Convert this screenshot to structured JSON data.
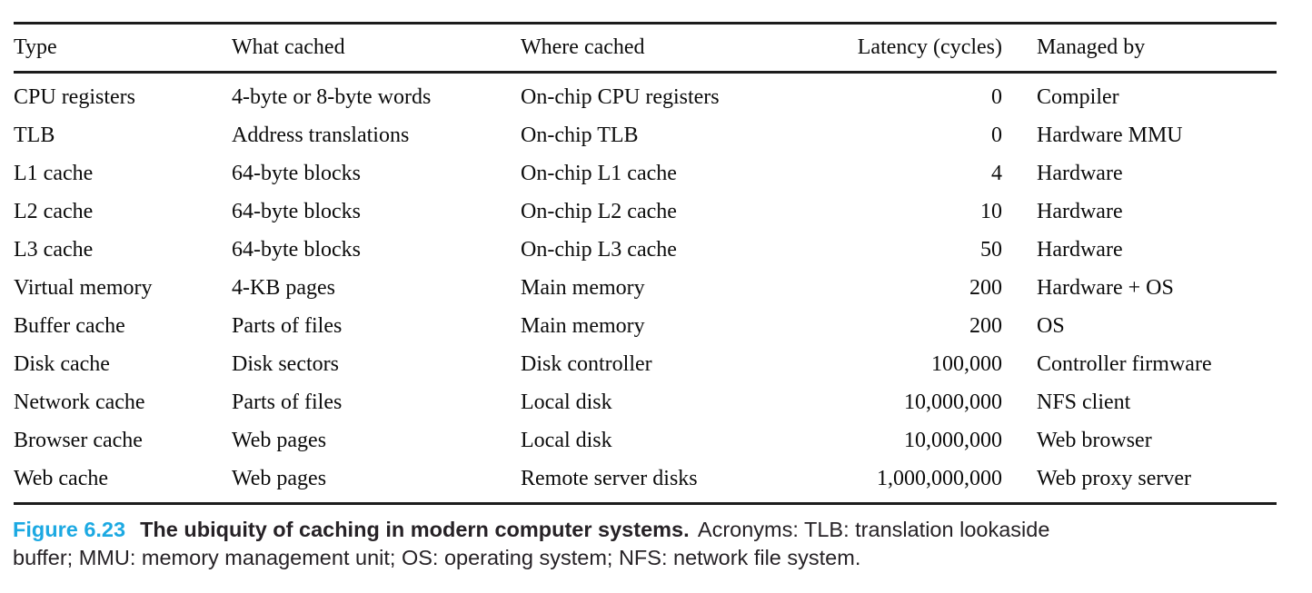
{
  "table": {
    "columns": [
      "Type",
      "What cached",
      "Where cached",
      "Latency (cycles)",
      "Managed by"
    ],
    "rows": [
      [
        "CPU registers",
        "4-byte or 8-byte words",
        "On-chip CPU registers",
        "0",
        "Compiler"
      ],
      [
        "TLB",
        "Address translations",
        "On-chip TLB",
        "0",
        "Hardware MMU"
      ],
      [
        "L1 cache",
        "64-byte blocks",
        "On-chip L1 cache",
        "4",
        "Hardware"
      ],
      [
        "L2 cache",
        "64-byte blocks",
        "On-chip L2 cache",
        "10",
        "Hardware"
      ],
      [
        "L3 cache",
        "64-byte blocks",
        "On-chip L3 cache",
        "50",
        "Hardware"
      ],
      [
        "Virtual memory",
        "4-KB pages",
        "Main memory",
        "200",
        "Hardware + OS"
      ],
      [
        "Buffer cache",
        "Parts of files",
        "Main memory",
        "200",
        "OS"
      ],
      [
        "Disk cache",
        "Disk sectors",
        "Disk controller",
        "100,000",
        "Controller firmware"
      ],
      [
        "Network cache",
        "Parts of files",
        "Local disk",
        "10,000,000",
        "NFS client"
      ],
      [
        "Browser cache",
        "Web pages",
        "Local disk",
        "10,000,000",
        "Web browser"
      ],
      [
        "Web cache",
        "Web pages",
        "Remote server disks",
        "1,000,000,000",
        "Web proxy server"
      ]
    ]
  },
  "caption": {
    "label": "Figure 6.23",
    "title": "The ubiquity of caching in modern computer systems.",
    "text_line1": "Acronyms: TLB: translation lookaside",
    "text_line2": "buffer; MMU: memory management unit; OS: operating system; NFS: network file system."
  },
  "colors": {
    "figure_label": "#1ca9e2",
    "table_text": "#0c0c0c",
    "caption_text": "#262226",
    "rule": "#1c1c1c"
  }
}
